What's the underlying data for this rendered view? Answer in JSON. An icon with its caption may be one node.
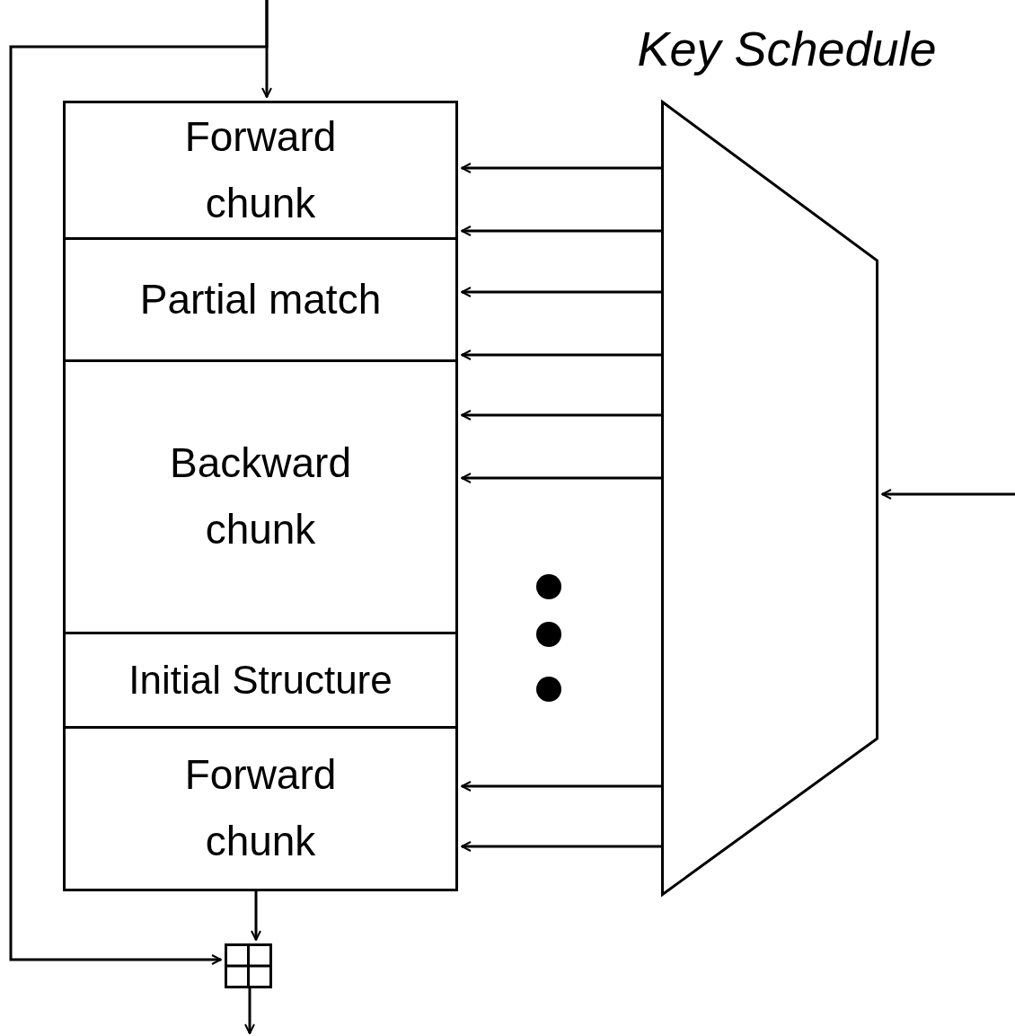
{
  "diagram": {
    "nodes": [
      {
        "text": [
          "Forward chunk"
        ]
      },
      {
        "text": [
          "Partial match"
        ]
      },
      {
        "text": [
          "Backward chunk"
        ]
      },
      {
        "text": [
          "Initial Structure"
        ]
      },
      {
        "text": [
          "Forward chunk"
        ]
      },
      {
        "text": [
          "Key Schedule"
        ]
      },
      {
        "text": [],
        "shape": "box"
      }
    ],
    "edges": [
      {
        "from": null,
        "to": 0,
        "arrow": "to"
      },
      {
        "from": null,
        "to": 6,
        "arrow": "to"
      },
      {
        "from": 5,
        "to": 0,
        "arrow": "to"
      },
      {
        "from": 5,
        "to": 0,
        "arrow": "to"
      },
      {
        "from": 5,
        "to": 1,
        "arrow": "to"
      },
      {
        "from": 5,
        "to": 1,
        "arrow": "to"
      },
      {
        "from": 5,
        "to": 2,
        "arrow": "to"
      },
      {
        "from": 5,
        "to": 2,
        "arrow": "to"
      },
      {
        "from": 5,
        "to": 4,
        "arrow": "to"
      },
      {
        "from": 5,
        "to": 4,
        "arrow": "to"
      },
      {
        "from": null,
        "to": 5,
        "arrow": "to"
      },
      {
        "from": 4,
        "to": 6,
        "arrow": "to"
      },
      {
        "from": 6,
        "to": null,
        "arrow": "to"
      }
    ]
  }
}
